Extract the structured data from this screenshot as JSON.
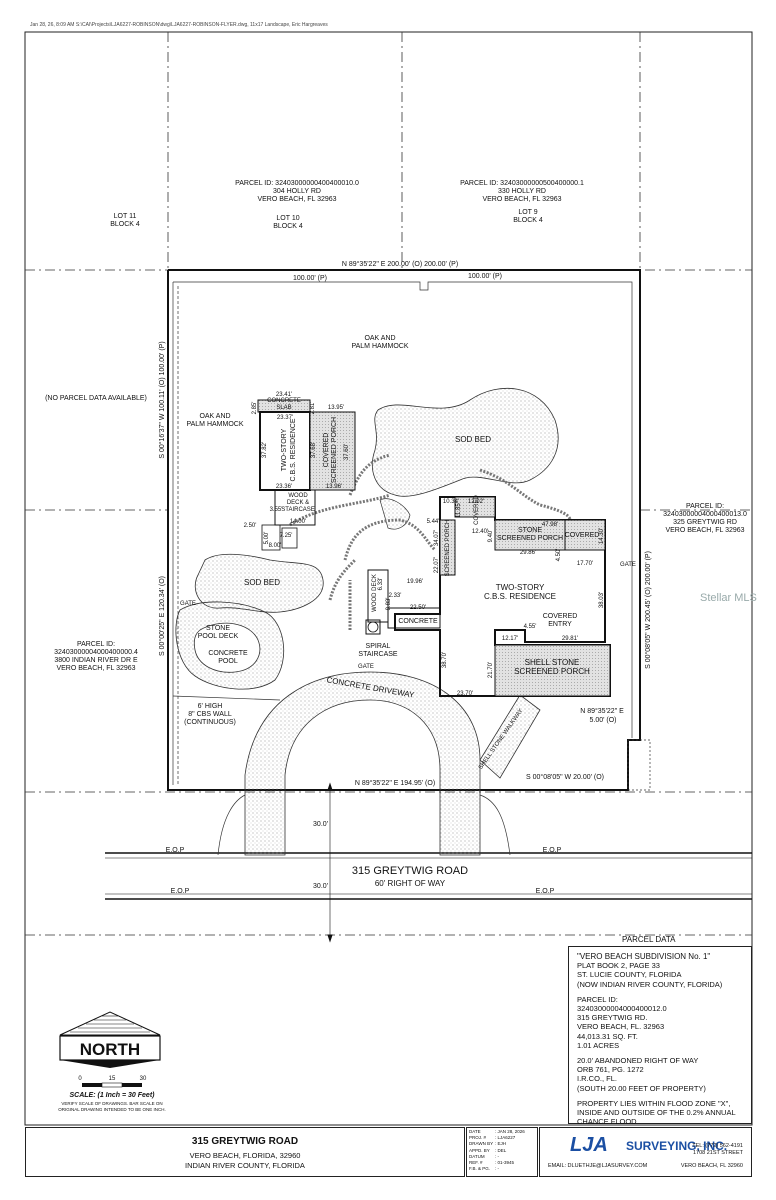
{
  "header": {
    "line": "Jan 28, 26, 8:09 AM     S:\\CAI\\Projects\\LJA6227-ROBINSON\\dwg\\LJA6227-ROBINSON-FLYER.dwg, 11x17 Landscape, Eric Hargreaves"
  },
  "parcels": {
    "north_west": {
      "id": "PARCEL ID: 32403000000400400010.0",
      "addr": "304 HOLLY RD",
      "city": "VERO BEACH, FL 32963"
    },
    "north_east": {
      "id": "PARCEL ID: 32403000000500400000.1",
      "addr": "330 HOLLY RD",
      "city": "VERO BEACH, FL 32963"
    },
    "east": {
      "l1": "PARCEL ID:",
      "l2": "32403000004000400013.0",
      "l3": "325 GREYTWIG RD",
      "l4": "VERO BEACH, FL 32963"
    },
    "west": {
      "l1": "PARCEL ID:",
      "l2": "32403000004000400000.4",
      "l3": "3800 INDIAN RIVER DR E",
      "l4": "VERO BEACH, FL 32963"
    },
    "no_data": "(NO PARCEL DATA AVAILABLE)"
  },
  "lots": {
    "lot11": "LOT 11",
    "block4a": "BLOCK 4",
    "lot10": "LOT 10",
    "block4b": "BLOCK 4",
    "lot9": "LOT 9",
    "block4c": "BLOCK 4"
  },
  "bearings": {
    "north": "N 89°35'22\" E 200.00' (O) 200.00' (P)",
    "north_l": "100.00' (P)",
    "north_r": "100.00' (P)",
    "west_top": "S 00°16'37\" W 100.11' (O) 100.00' (P)",
    "west_bot": "S 00°00'25\" E 120.34' (O)",
    "east": "S 00°08'05\" W 200.45' (O) 200.00' (P)",
    "south": "N 89°35'22\" E 194.95' (O)",
    "se1": "N 89°35'22\" E",
    "se2": "5.00' (O)",
    "se3": "S 00°08'05\" W 20.00' (O)"
  },
  "features": {
    "hammock1a": "OAK AND",
    "hammock1b": "PALM HAMMOCK",
    "hammock2a": "OAK AND",
    "hammock2b": "PALM HAMMOCK",
    "sod1": "SOD BED",
    "sod2": "SOD BED",
    "slab1": "CONCRETE",
    "slab2": "SLAB",
    "res1a": "TWO-STORY",
    "res1b": "C.B.S. RESIDENCE",
    "cov1a": "COVERED",
    "cov1b": "SCREENED PORCH",
    "deck1a": "WOOD",
    "deck1b": "DECK &",
    "deck1c": "STAIRCASE",
    "res2a": "TWO-STORY",
    "res2b": "C.B.S. RESIDENCE",
    "stone1": "STONE",
    "stone2": "SCREENED PORCH",
    "covered": "COVERED",
    "covered_small": "COVERED",
    "screened_porch": "SCREENED PORCH",
    "entry1": "COVERED",
    "entry2": "ENTRY",
    "shell1": "SHELL STONE",
    "shell2": "SCREENED PORCH",
    "wooddeck": "WOOD DECK",
    "concrete": "CONCRETE",
    "spiral1": "SPIRAL",
    "spiral2": "STAIRCASE",
    "pooldeck1": "STONE",
    "pooldeck2": "POOL DECK",
    "pool1": "CONCRETE",
    "pool2": "POOL",
    "driveway": "CONCRETE DRIVEWAY",
    "walkway": "SHELL STONE WALKWAY",
    "gate": "GATE",
    "wall1": "6' HIGH",
    "wall2": "8\" CBS WALL",
    "wall3": "(CONTINUOUS)"
  },
  "dims": {
    "d1": "23.41'",
    "d2": "23.37'",
    "d3": "13.95'",
    "d4": "37.82'",
    "d5": "37.68'",
    "d6": "37.60'",
    "d7": "23.36'",
    "d8": "13.96'",
    "d9": "2.85'",
    "d10": "2.81'",
    "d11": "3.55'",
    "d12": "14.00'",
    "d13": "2.50'",
    "d14": "7.25'",
    "d15": "5.00'",
    "d16": "8.00'",
    "d17": "10.34'",
    "d18": "12.02'",
    "d19": "11.85'",
    "d20": "5.44'",
    "d21": "34.07'",
    "d22": "12.40'",
    "d23": "47.98'",
    "d24": "9.40'",
    "d25": "29.86'",
    "d26": "17.70'",
    "d27": "14.30'",
    "d28": "22.07'",
    "d29": "19.96'",
    "d30": "22.50'",
    "d31": "2.33'",
    "d32": "6.33'",
    "d33": "38.03'",
    "d34": "4.55'",
    "d35": "12.17'",
    "d36": "29.81'",
    "d37": "38.70'",
    "d38": "21.70'",
    "d39": "23.70'",
    "d40": "4.50'",
    "d41": "8.83'"
  },
  "road": {
    "name": "315 GREYTWIG ROAD",
    "row": "60' RIGHT OF WAY",
    "half1": "30.0'",
    "half2": "30.0'",
    "eop": "E.O.P"
  },
  "north_block": {
    "word": "NORTH",
    "s0": "0",
    "s15": "15",
    "s30": "30",
    "scale": "SCALE: (1 Inch = 30 Feet)",
    "note1": "VERIFY SCALE OF DRAWINGS. BAR SCALE ON",
    "note2": "ORIGINAL DRAWING INTENDED TO BE ONE INCH."
  },
  "parcel_data": {
    "title": "PARCEL DATA",
    "lines1": [
      "\"VERO BEACH SUBDIVISION No. 1\"",
      "PLAT BOOK 2, PAGE 33",
      "ST. LUCIE COUNTY, FLORIDA",
      "(NOW INDIAN RIVER COUNTY, FLORIDA)"
    ],
    "lines2": [
      "PARCEL ID:",
      "32403000004000400012.0",
      "315 GREYTWIG RD.",
      "VERO BEACH, FL. 32963",
      "44,013.31 SQ. FT.",
      "1.01 ACRES"
    ],
    "lines3": [
      "20.0' ABANDONED RIGHT OF WAY",
      "ORB 761, PG. 1272",
      "I.R.CO., FL.",
      "(SOUTH 20.00 FEET OF PROPERTY)"
    ],
    "lines4": [
      "PROPERTY LIES WITHIN FLOOD ZONE \"X\",",
      "INSIDE AND OUTSIDE OF THE 0.2% ANNUAL",
      "CHANCE FLOOD"
    ]
  },
  "title_block": {
    "address": "315 GREYTWIG ROAD",
    "city": "VERO BEACH, FLORIDA, 32960",
    "county": "INDIAN RIVER COUNTY, FLORIDA",
    "rows": [
      {
        "k": "DATE",
        "v": ": JAN 28, 2026"
      },
      {
        "k": "PROJ. #",
        "v": ": LJA6227"
      },
      {
        "k": "DRAWN BY",
        "v": ": EJH"
      },
      {
        "k": "APPD. BY",
        "v": ": DEL"
      },
      {
        "k": "DATUM",
        "v": ": -"
      },
      {
        "k": "REF. #",
        "v": ": 01-3945"
      },
      {
        "k": "F.B. & PG.",
        "v": ": -"
      }
    ],
    "logo": "LJA",
    "company": "SURVEYING, INC.",
    "tel": "TEL: (772) 562-4191",
    "street": "1708 21ST STREET",
    "email": "EMAIL: DLUETHJE@LJASURVEY.COM",
    "town": "VERO BEACH, FL 32960"
  },
  "watermark": "Stellar MLS"
}
